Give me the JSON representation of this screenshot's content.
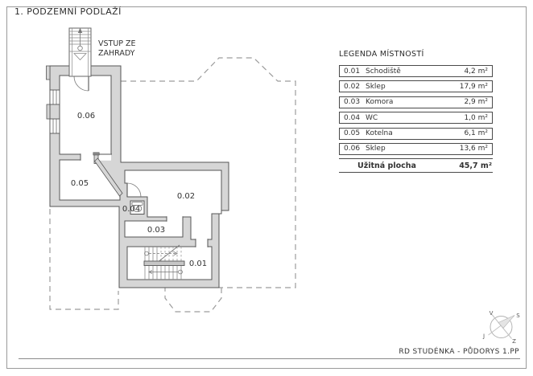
{
  "page": {
    "title": "1. PODZEMNÍ PODLAŽÍ",
    "footer": "RD STUDÉNKA - PŮDORYS 1.PP"
  },
  "plan": {
    "entry_label": [
      "VSTUP ZE",
      "ZAHRADY"
    ],
    "room_labels": [
      "0.01",
      "0.02",
      "0.03",
      "0.04",
      "0.05",
      "0.06"
    ]
  },
  "legend": {
    "title": "LEGENDA MÍSTNOSTÍ",
    "rows": [
      {
        "code": "0.01",
        "name": "Schodiště",
        "area": "4,2 m²"
      },
      {
        "code": "0.02",
        "name": "Sklep",
        "area": "17,9 m²"
      },
      {
        "code": "0.03",
        "name": "Komora",
        "area": "2,9 m²"
      },
      {
        "code": "0.04",
        "name": "WC",
        "area": "1,0 m²"
      },
      {
        "code": "0.05",
        "name": "Kotelna",
        "area": "6,1 m²"
      },
      {
        "code": "0.06",
        "name": "Sklep",
        "area": "13,6 m²"
      }
    ],
    "total_label": "Užitná plocha",
    "total_value": "45,7 m²"
  },
  "compass": {
    "letters": {
      "top": "V",
      "right": "S",
      "left": "J",
      "bottom": "Z"
    }
  },
  "colors": {
    "wall_fill": "#d6d6d6",
    "wall_stroke": "#555555",
    "dashed_outline": "#9c9c9c",
    "detail_stroke": "#777777",
    "text": "#333333"
  }
}
